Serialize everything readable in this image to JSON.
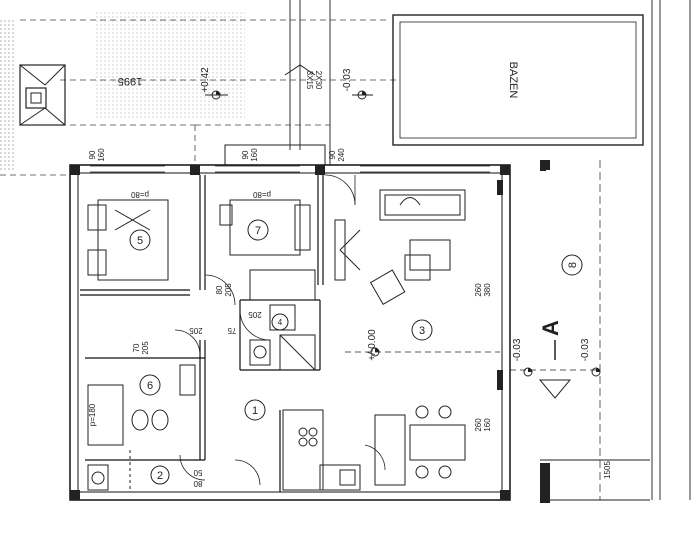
{
  "pool": {
    "label": "BAZEN"
  },
  "top_dims": {
    "d1995": "1995",
    "d3x15": "3X15",
    "d2x30": "2X30"
  },
  "levels": {
    "top_left": "+0.42",
    "top_right": "-0.03",
    "center": "+/-0.00",
    "right_a": "-0.03",
    "right_b": "-0.03"
  },
  "rooms": {
    "r1": "1",
    "r2": "2",
    "r3": "3",
    "r4": "4",
    "r5": "5",
    "r6": "6",
    "r7": "7",
    "r8": "8"
  },
  "section_label": "A",
  "door_dims": {
    "w90a": "90",
    "h160a": "160",
    "w90b": "90",
    "h160b": "160",
    "w90c": "90",
    "h240c": "240",
    "p80a": "p=80",
    "p80b": "p=80",
    "d80": "80",
    "d205a": "205",
    "d205b": "205",
    "d75": "75",
    "d205c": "205",
    "d70": "70",
    "d205d": "205",
    "p180": "p=180",
    "d50": "50",
    "d80b": "80",
    "d260a": "260",
    "d380": "380",
    "d260b": "260",
    "d160": "160",
    "d1505": "1505"
  }
}
